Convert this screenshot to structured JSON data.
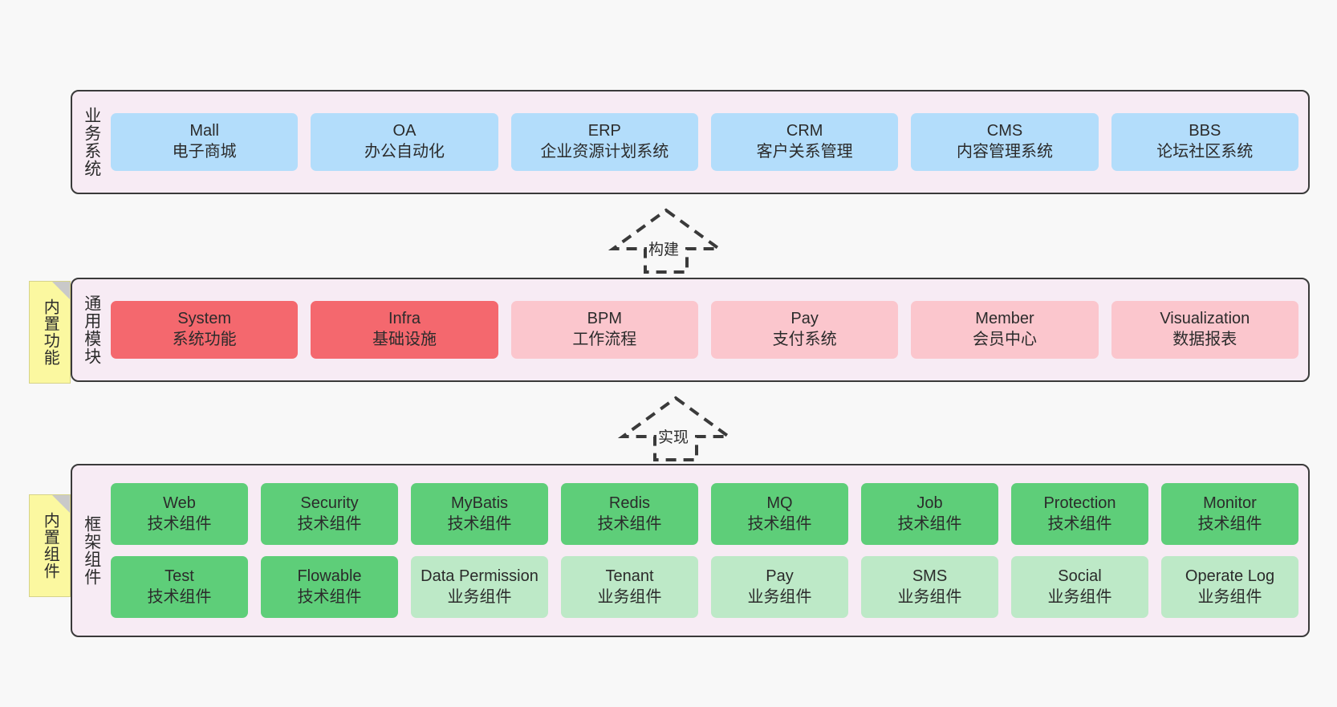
{
  "layers": [
    {
      "id": "business-systems",
      "title": "业务系统",
      "rows": [
        {
          "cells": [
            {
              "name": "Mall",
              "sub": "电子商城",
              "color": "c-blue"
            },
            {
              "name": "OA",
              "sub": "办公自动化",
              "color": "c-blue"
            },
            {
              "name": "ERP",
              "sub": "企业资源计划系统",
              "color": "c-blue"
            },
            {
              "name": "CRM",
              "sub": "客户关系管理",
              "color": "c-blue"
            },
            {
              "name": "CMS",
              "sub": "内容管理系统",
              "color": "c-blue"
            },
            {
              "name": "BBS",
              "sub": "论坛社区系统",
              "color": "c-blue"
            }
          ]
        }
      ]
    },
    {
      "id": "common-modules",
      "title": "通用模块",
      "note": "内置功能",
      "rows": [
        {
          "cells": [
            {
              "name": "System",
              "sub": "系统功能",
              "color": "c-red"
            },
            {
              "name": "Infra",
              "sub": "基础设施",
              "color": "c-red"
            },
            {
              "name": "BPM",
              "sub": "工作流程",
              "color": "c-pink"
            },
            {
              "name": "Pay",
              "sub": "支付系统",
              "color": "c-pink"
            },
            {
              "name": "Member",
              "sub": "会员中心",
              "color": "c-pink"
            },
            {
              "name": "Visualization",
              "sub": "数据报表",
              "color": "c-pink"
            }
          ]
        }
      ]
    },
    {
      "id": "framework-components",
      "title": "框架组件",
      "note": "内置组件",
      "rows": [
        {
          "cells": [
            {
              "name": "Web",
              "sub": "技术组件",
              "color": "c-green"
            },
            {
              "name": "Security",
              "sub": "技术组件",
              "color": "c-green"
            },
            {
              "name": "MyBatis",
              "sub": "技术组件",
              "color": "c-green"
            },
            {
              "name": "Redis",
              "sub": "技术组件",
              "color": "c-green"
            },
            {
              "name": "MQ",
              "sub": "技术组件",
              "color": "c-green"
            },
            {
              "name": "Job",
              "sub": "技术组件",
              "color": "c-green"
            },
            {
              "name": "Protection",
              "sub": "技术组件",
              "color": "c-green"
            },
            {
              "name": "Monitor",
              "sub": "技术组件",
              "color": "c-green"
            }
          ]
        },
        {
          "cells": [
            {
              "name": "Test",
              "sub": "技术组件",
              "color": "c-green"
            },
            {
              "name": "Flowable",
              "sub": "技术组件",
              "color": "c-green"
            },
            {
              "name": "Data Permission",
              "sub": "业务组件",
              "color": "c-greenlight"
            },
            {
              "name": "Tenant",
              "sub": "业务组件",
              "color": "c-greenlight"
            },
            {
              "name": "Pay",
              "sub": "业务组件",
              "color": "c-greenlight"
            },
            {
              "name": "SMS",
              "sub": "业务组件",
              "color": "c-greenlight"
            },
            {
              "name": "Social",
              "sub": "业务组件",
              "color": "c-greenlight"
            },
            {
              "name": "Operate Log",
              "sub": "业务组件",
              "color": "c-greenlight"
            }
          ]
        }
      ]
    }
  ],
  "connectors": [
    {
      "id": "build",
      "label": "构建"
    },
    {
      "id": "implement",
      "label": "实现"
    }
  ],
  "colors": {
    "container_bg": "#f7ebf4",
    "container_border": "#3a3a3a",
    "blue": "#b3ddfb",
    "red": "#f4686e",
    "pink": "#fbc6cd",
    "green": "#5ece79",
    "green_light": "#bde9c7",
    "note_bg": "#fbf8a0",
    "page_bg": "#f8f8f8"
  }
}
